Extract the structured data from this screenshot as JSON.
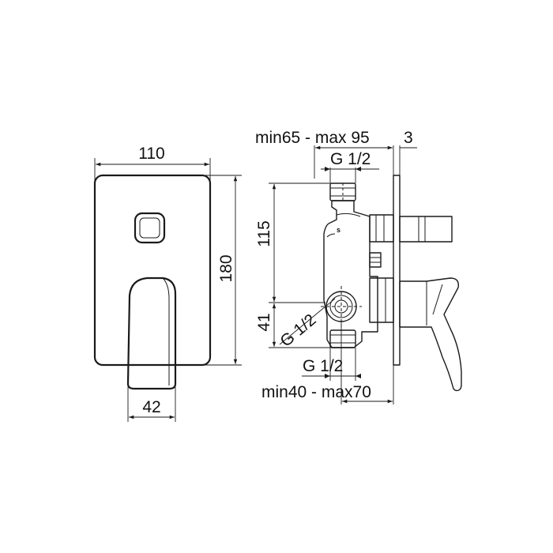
{
  "front_view": {
    "width_label": "110",
    "height_label": "180",
    "handle_width_label": "42"
  },
  "side_view": {
    "depth_range_label": "min65 - max 95",
    "plate_thickness_label": "3",
    "top_connection_label": "G 1/2",
    "body_height_label": "115",
    "outlet_offset_label": "41",
    "side_connection_label": "G 1/2",
    "bottom_connection_label": "G 1/2",
    "min_depth_label": "min40 - max70",
    "body_mark": "s"
  }
}
